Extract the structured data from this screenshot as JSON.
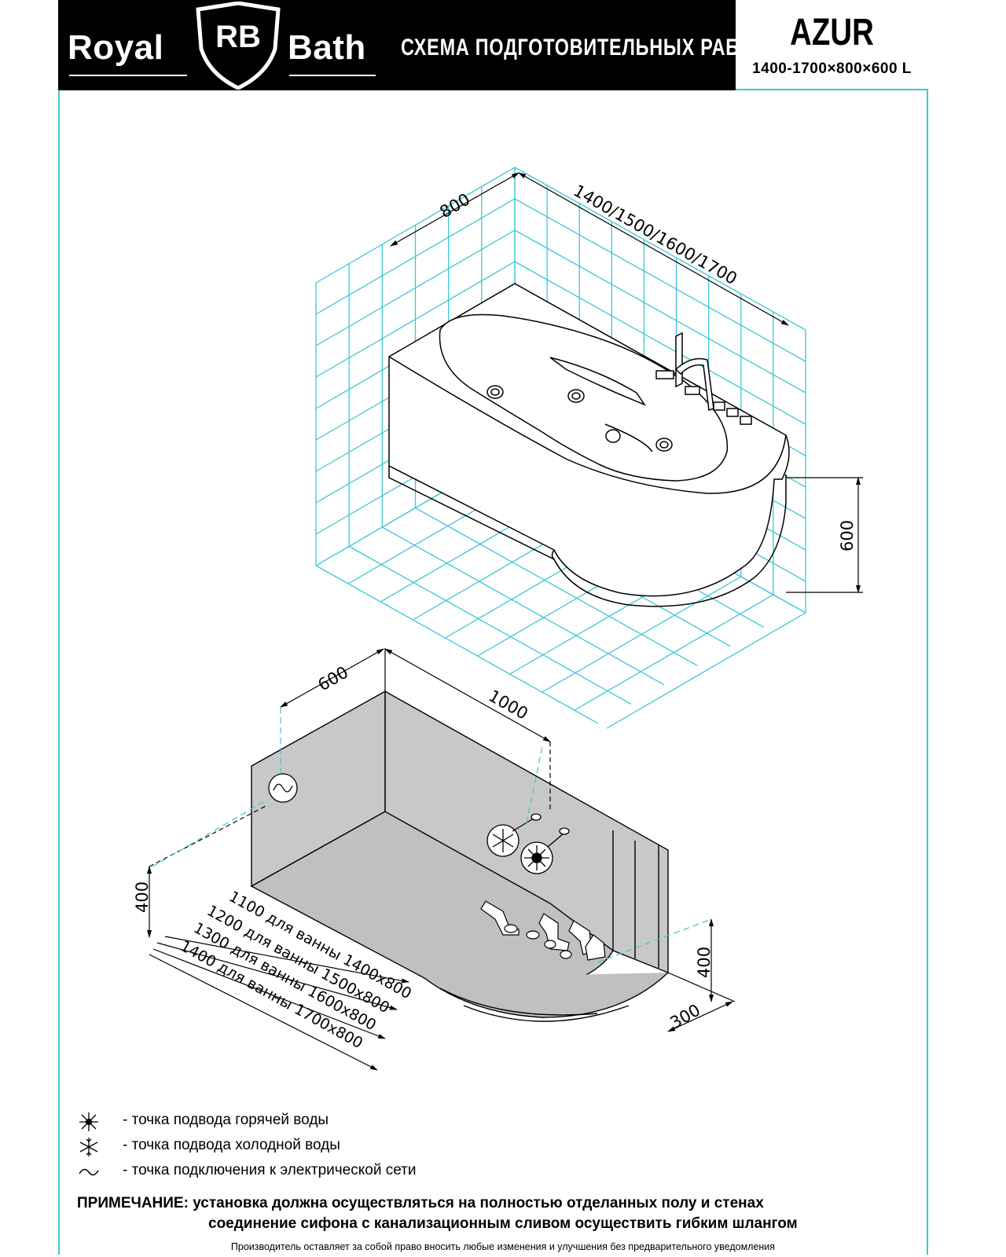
{
  "header": {
    "brand_left": "Royal",
    "brand_logo": "RB",
    "brand_right": "Bath",
    "title": "СХЕМА ПОДГОТОВИТЕЛЬНЫХ РАБОТ",
    "model": "AZUR",
    "size": "1400-1700×800×600 L"
  },
  "top_view": {
    "dim_width": "800",
    "dim_length": "1400/1500/1600/1700",
    "dim_height": "600"
  },
  "bottom_view": {
    "dim_depth": "600",
    "dim_length": "1000",
    "dim_left_height": "400",
    "dim_right_height": "400",
    "dim_right_offset": "300",
    "diagonals": [
      "1100 для ванны 1400x800",
      "1200 для ванны 1500x800",
      "1300 для ванны 1600x800",
      "1400 для ванны 1700x800"
    ]
  },
  "legend": [
    {
      "icon": "hot-water-icon",
      "text": "- точка подвода горячей воды"
    },
    {
      "icon": "cold-water-icon",
      "text": "- точка подвода холодной воды"
    },
    {
      "icon": "electric-icon",
      "text": "- точка подключения к электрической сети"
    }
  ],
  "note": {
    "line1": "ПРИМЕЧАНИЕ: установка должна осуществляться на полностью отделанных полу и стенах",
    "line2": "соединение сифона с канализационным сливом осуществить гибким шлангом"
  },
  "footer": "Производитель оставляет за собой право вносить любые изменения и улучшения без предварительного уведомления",
  "colors": {
    "tile_lines": "#3cc8d6",
    "niche_fill": "#c8c8c8",
    "header_bg": "#000000"
  }
}
